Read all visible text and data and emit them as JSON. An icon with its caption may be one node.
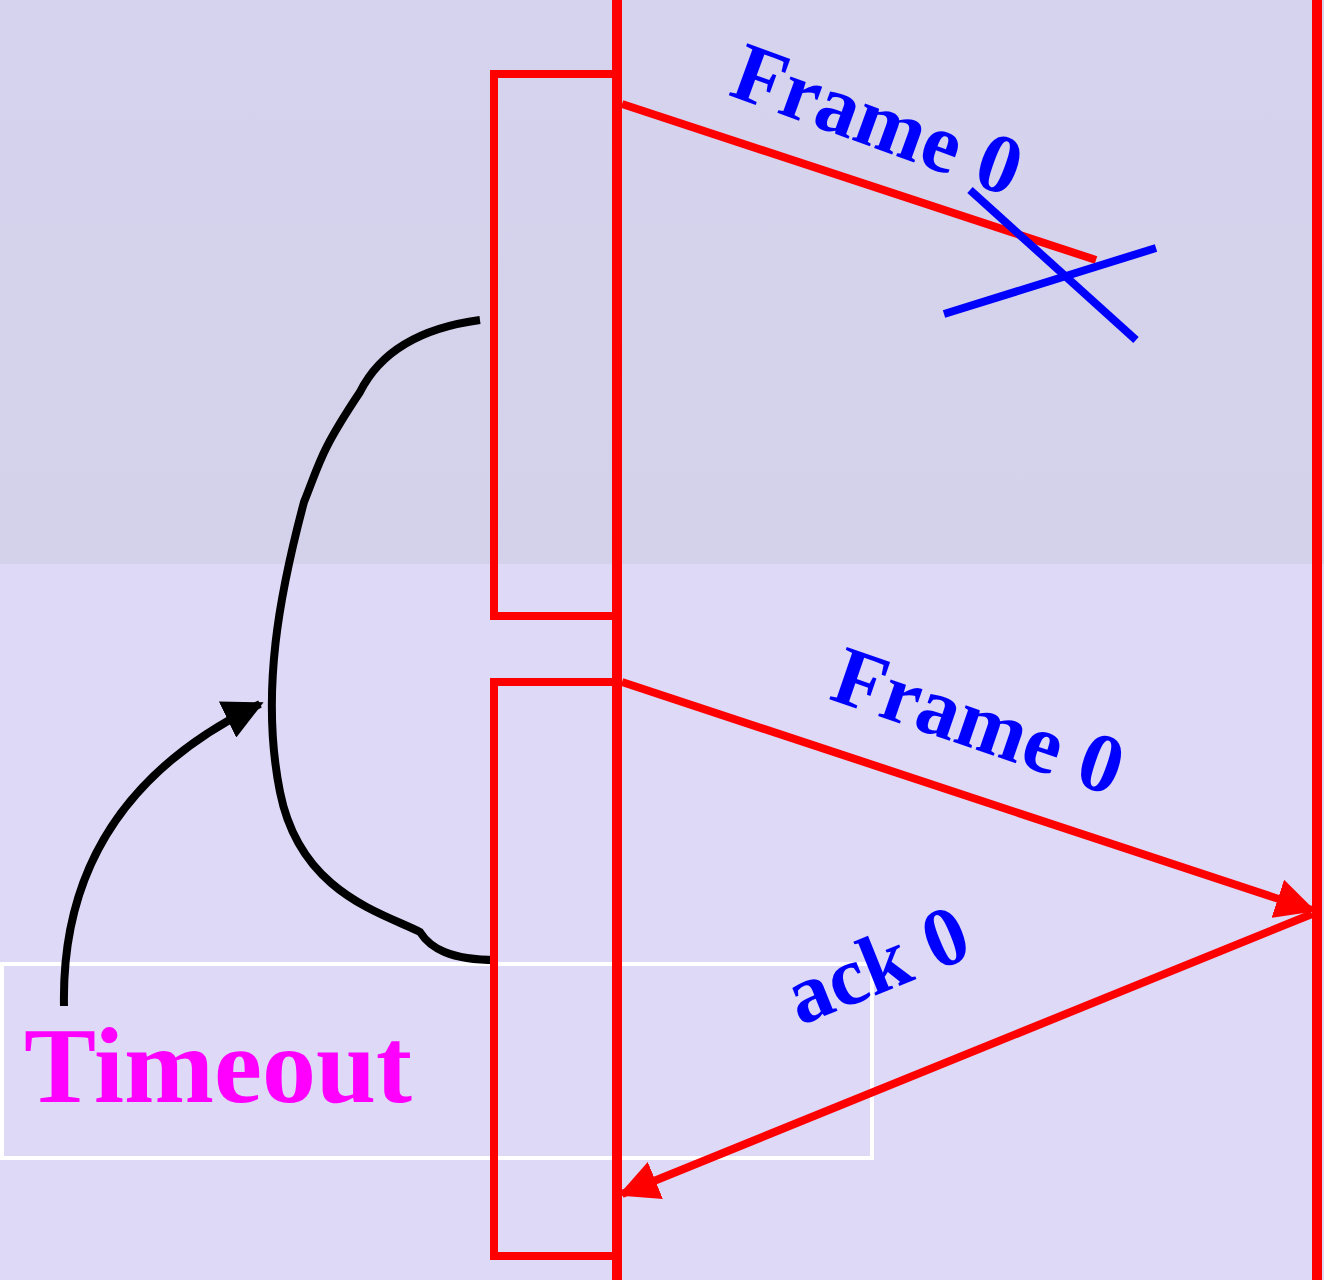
{
  "diagram": {
    "nodes": [
      {
        "text": [],
        "shape": "bar"
      },
      {
        "text": [],
        "shape": "bar"
      },
      {
        "text": [
          "Timeout"
        ]
      },
      {
        "text": [],
        "shape": "brace"
      },
      {
        "text": [],
        "shape": "box"
      },
      {
        "text": [],
        "shape": "box"
      }
    ],
    "edges": [
      {
        "from": 0,
        "to": null,
        "arrow": "none",
        "label": "Frame 0"
      },
      {
        "from": 0,
        "to": 1,
        "arrow": "to",
        "label": "Frame 0"
      },
      {
        "from": 1,
        "to": 0,
        "arrow": "to",
        "label": "ack 0"
      },
      {
        "from": 2,
        "to": 3,
        "arrow": "to",
        "color": "#000000"
      }
    ]
  }
}
